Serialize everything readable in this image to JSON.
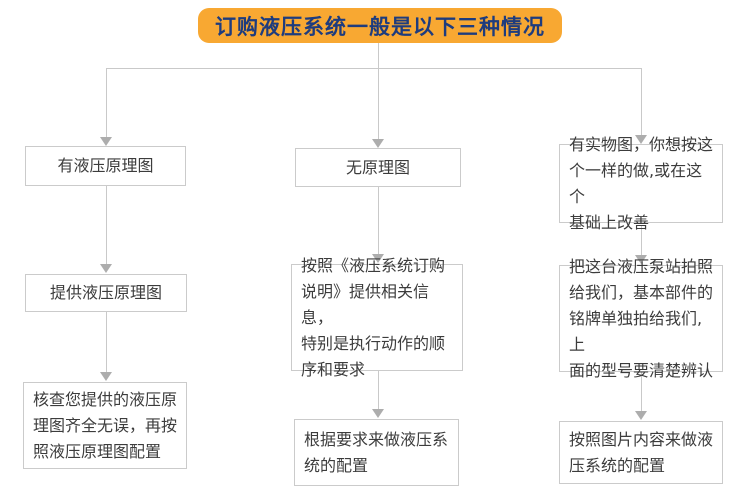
{
  "header": {
    "title": "订购液压系统一般是以下三种情况"
  },
  "colors": {
    "header_bg": "#F8A832",
    "header_text": "#1E3C7E",
    "box_border": "#CBCBCB",
    "box_text": "#3C3C3C",
    "connector": "#C9C9C9",
    "arrow": "#ADADAD"
  },
  "columns": [
    {
      "name": "has-schematic",
      "steps": [
        {
          "text": "有液压原理图"
        },
        {
          "text": "提供液压原理图"
        },
        {
          "text": "核查您提供的液压原\n理图齐全无误，再按\n照液压原理图配置"
        }
      ]
    },
    {
      "name": "no-schematic",
      "steps": [
        {
          "text": "无原理图"
        },
        {
          "text": "按照《液压系统订购\n说明》提供相关信息，\n特别是执行动作的顺\n序和要求"
        },
        {
          "text": "根据要求来做液压系\n统的配置"
        }
      ]
    },
    {
      "name": "has-photo",
      "steps": [
        {
          "text": "有实物图，你想按这\n个一样的做,或在这个\n基础上改善"
        },
        {
          "text": "把这台液压泵站拍照\n给我们，基本部件的\n铭牌单独拍给我们,上\n面的型号要清楚辨认"
        },
        {
          "text": "按照图片内容来做液\n压系统的配置"
        }
      ]
    }
  ]
}
